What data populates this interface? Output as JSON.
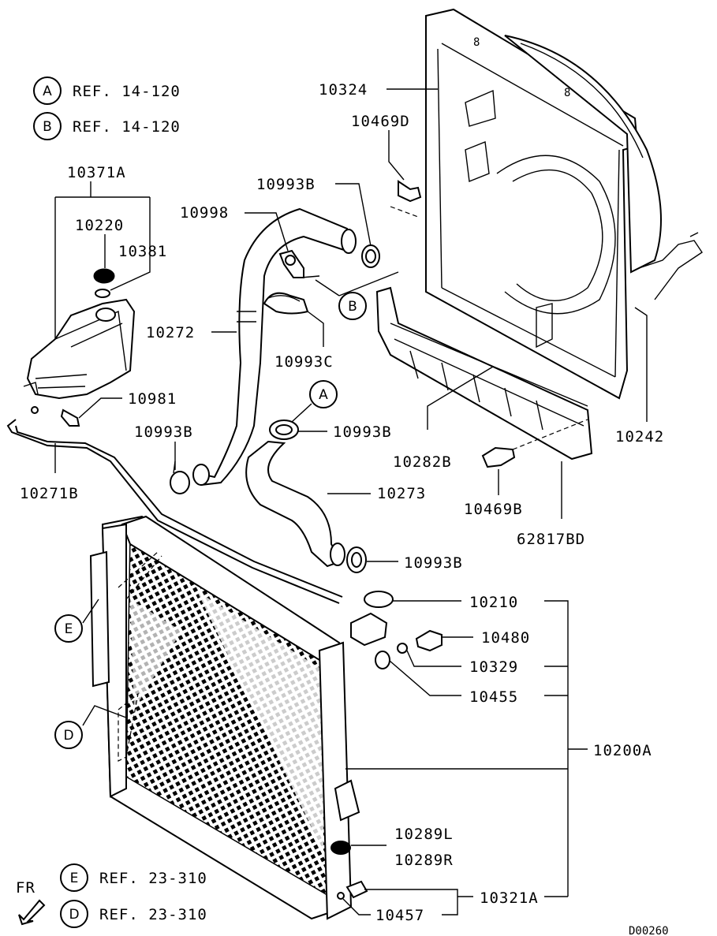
{
  "diagram_code": "D00260",
  "direction_label": "FR",
  "references": [
    {
      "letter": "A",
      "text": "REF. 14-120"
    },
    {
      "letter": "B",
      "text": "REF. 14-120"
    },
    {
      "letter": "E",
      "text": "REF. 23-310"
    },
    {
      "letter": "D",
      "text": "REF. 23-310"
    }
  ],
  "callouts": {
    "A": "A",
    "B": "B",
    "D": "D",
    "E": "E"
  },
  "parts": {
    "p10324": "10324",
    "p10469D": "10469D",
    "p10371A": "10371A",
    "p10220": "10220",
    "p10381": "10381",
    "p10993B_top": "10993B",
    "p10998": "10998",
    "p10272": "10272",
    "p10993C": "10993C",
    "p10981": "10981",
    "p10993B_left": "10993B",
    "p10993B_mid": "10993B",
    "p10271B": "10271B",
    "p10273": "10273",
    "p10282B": "10282B",
    "p10242": "10242",
    "p10469B": "10469B",
    "p62817BD": "62817BD",
    "p10993B_low": "10993B",
    "p10210": "10210",
    "p10480": "10480",
    "p10329": "10329",
    "p10455": "10455",
    "p10200A": "10200A",
    "p10289L": "10289L",
    "p10289R": "10289R",
    "p10321A": "10321A",
    "p10457": "10457"
  }
}
